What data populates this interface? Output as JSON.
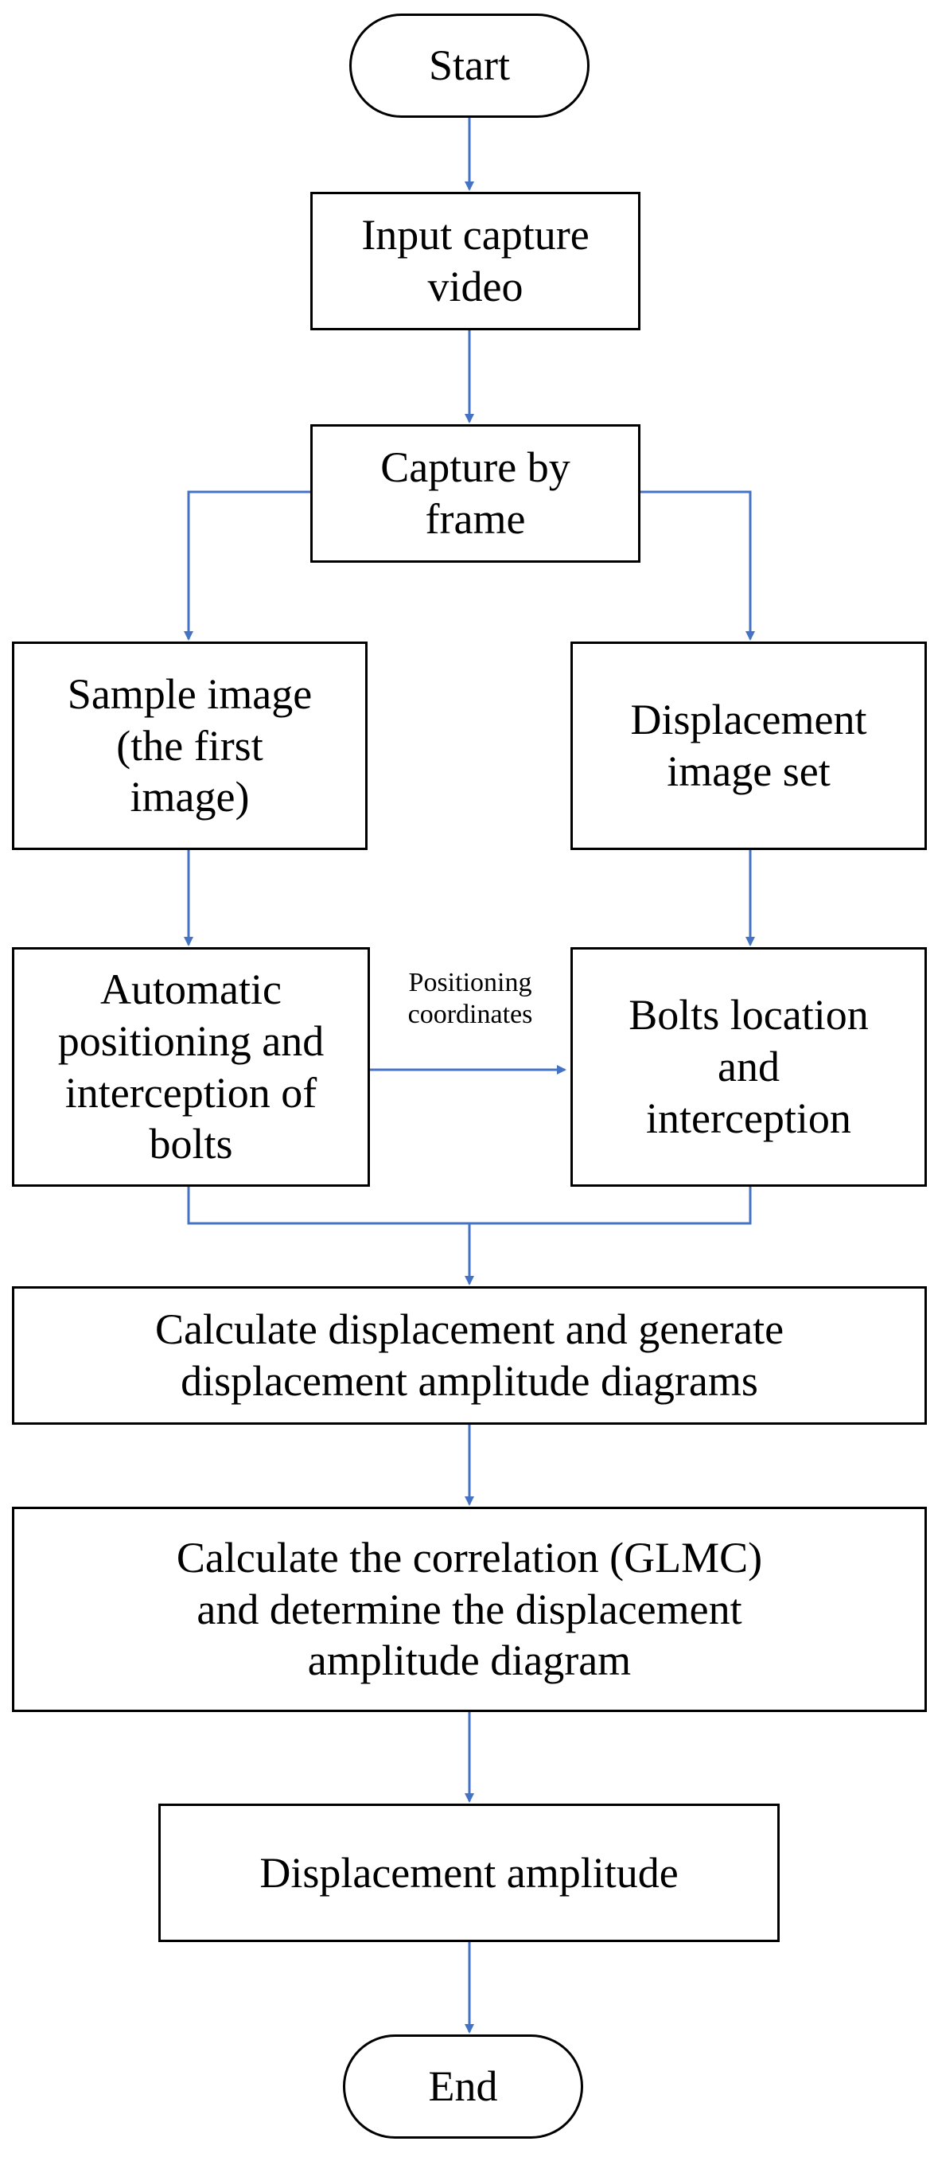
{
  "diagram": {
    "nodes": {
      "start": "Start",
      "input_video": "Input capture\nvideo",
      "capture_frame": "Capture by\nframe",
      "sample_image": "Sample image\n(the first\nimage)",
      "displacement_set": "Displacement\nimage set",
      "auto_positioning": "Automatic\npositioning and\ninterception of\nbolts",
      "bolts_location": "Bolts location\nand\ninterception",
      "calc_displacement": "Calculate displacement and generate\ndisplacement amplitude diagrams",
      "calc_correlation": "Calculate the correlation (GLMC)\nand determine the displacement\namplitude diagram",
      "displacement_amplitude": "Displacement amplitude",
      "end": "End"
    },
    "edge_labels": {
      "positioning_coordinates": "Positioning\ncoordinates"
    },
    "colors": {
      "connector": "#4472C4",
      "border": "#000000",
      "background": "#FFFFFF"
    }
  }
}
